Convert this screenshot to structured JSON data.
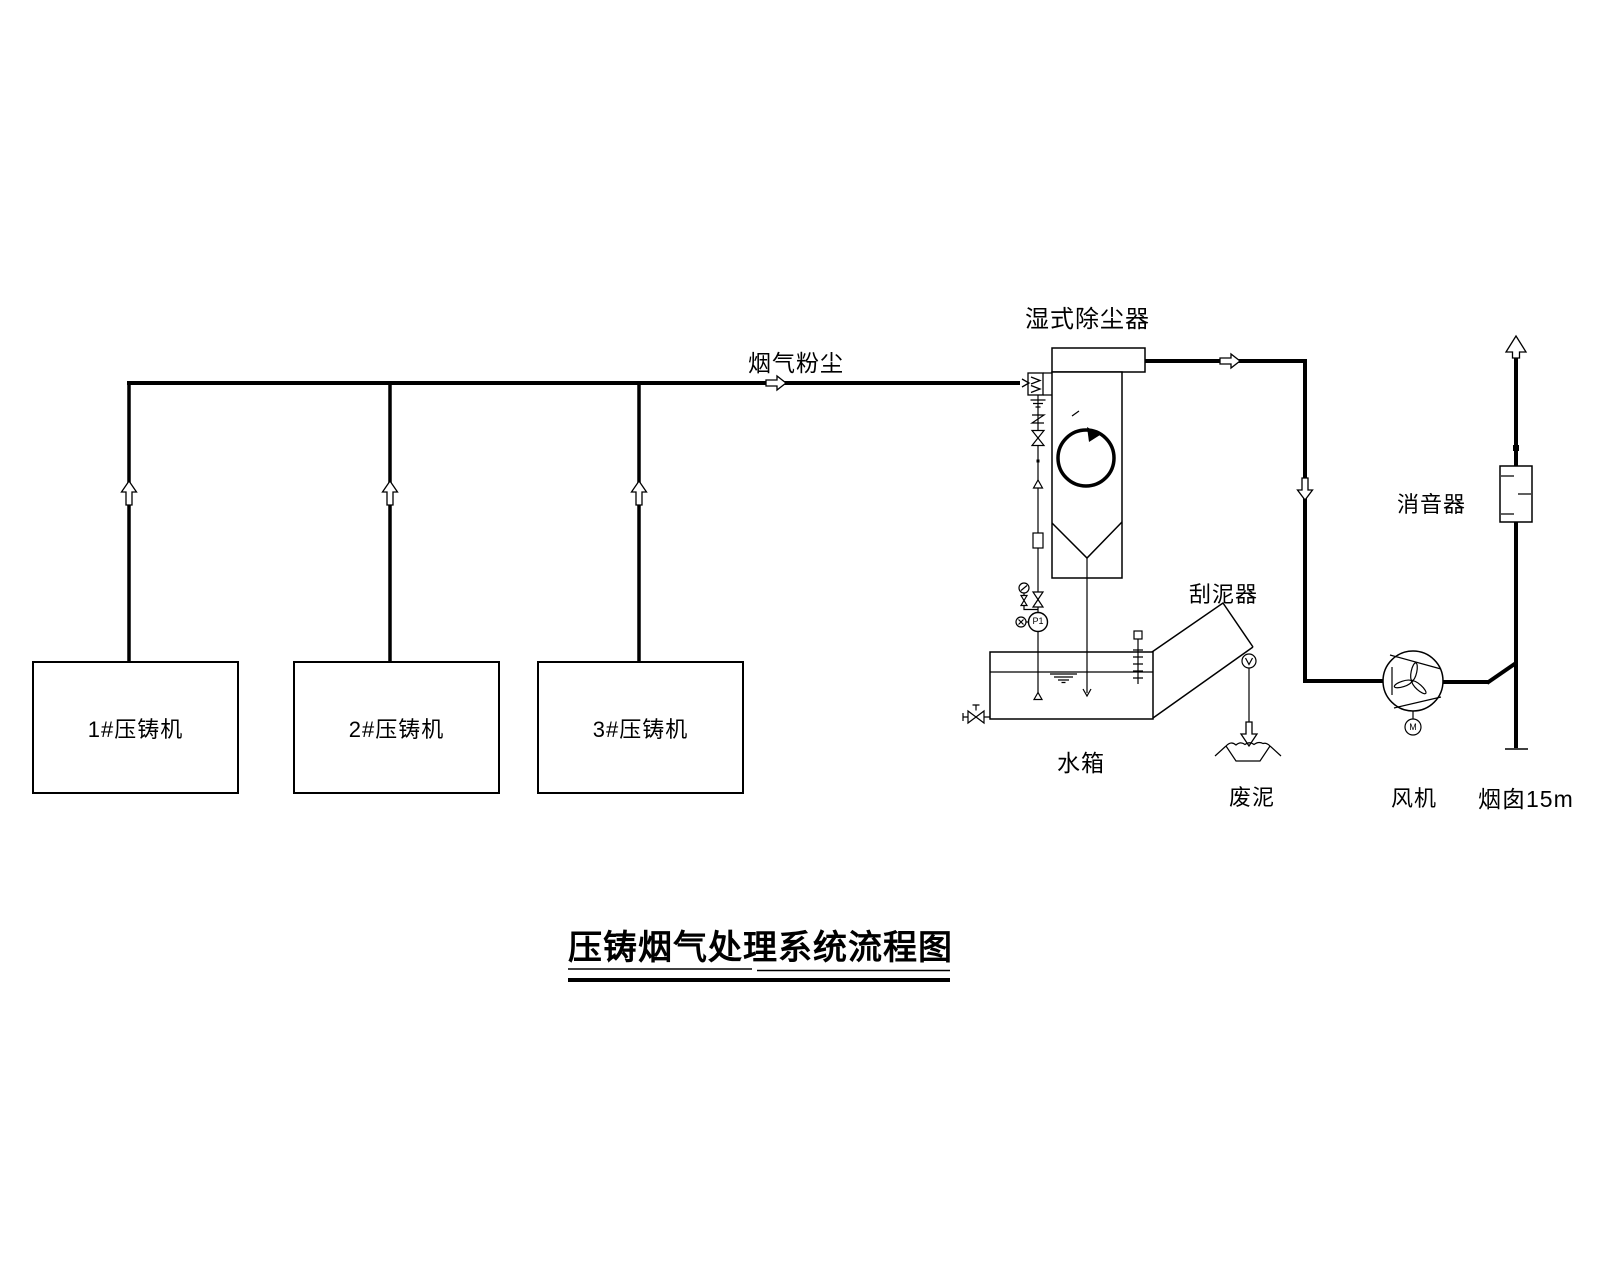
{
  "page": {
    "background": "#ffffff",
    "line_color": "#000000"
  },
  "title": {
    "text": "压铸烟气处理系统流程图"
  },
  "machines": [
    {
      "label": "1#压铸机"
    },
    {
      "label": "2#压铸机"
    },
    {
      "label": "3#压铸机"
    }
  ],
  "labels": {
    "flue_gas": "烟气粉尘",
    "scrubber": "湿式除尘器",
    "scraper": "刮泥器",
    "water_tank": "水箱",
    "waste_mud": "废泥",
    "muffler": "消音器",
    "fan": "风机",
    "chimney": "烟囱15m"
  },
  "tags": {
    "pump": "P1",
    "fan_motor": "M"
  }
}
